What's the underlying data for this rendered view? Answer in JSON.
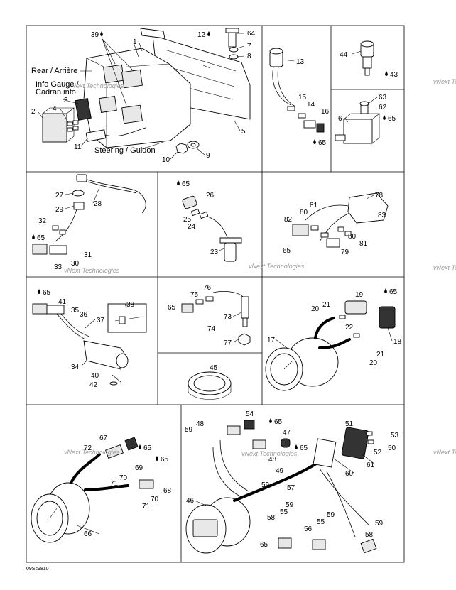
{
  "diagram": {
    "footer_code": "09Sc9810",
    "labels": {
      "rear": "Rear / Arrière",
      "info_gauge": "Info Gauge /",
      "cadran_info": "Cadran info",
      "steering": "Steering / Guidon"
    },
    "watermark": "vNext Technologies",
    "callouts": {
      "c1": "1",
      "c2": "2",
      "c3": "3",
      "c4": "4",
      "c5": "5",
      "c6": "6",
      "c7": "7",
      "c8": "8",
      "c9": "9",
      "c10": "10",
      "c11": "11",
      "c12": "12",
      "c13": "13",
      "c14": "14",
      "c15": "15",
      "c16": "16",
      "c17": "17",
      "c18": "18",
      "c19": "19",
      "c20a": "20",
      "c20b": "20",
      "c21a": "21",
      "c21b": "21",
      "c22": "22",
      "c23": "23",
      "c24": "24",
      "c25": "25",
      "c26": "26",
      "c27": "27",
      "c28": "28",
      "c29": "29",
      "c30": "30",
      "c31": "31",
      "c32": "32",
      "c33": "33",
      "c34": "34",
      "c35": "35",
      "c36": "36",
      "c37": "37",
      "c38": "38",
      "c39": "39",
      "c40": "40",
      "c41": "41",
      "c42": "42",
      "c43": "43",
      "c44": "44",
      "c45": "45",
      "c46": "46",
      "c47": "47",
      "c48a": "48",
      "c48b": "48",
      "c49": "49",
      "c50": "50",
      "c51": "51",
      "c52": "52",
      "c53": "53",
      "c54": "54",
      "c55a": "55",
      "c55b": "55",
      "c56": "56",
      "c57": "57",
      "c58a": "58",
      "c58b": "58",
      "c59a": "59",
      "c59b": "59",
      "c59c": "59",
      "c59d": "59",
      "c59e": "59",
      "c60": "60",
      "c61": "61",
      "c62": "62",
      "c63": "63",
      "c64": "64",
      "c65a": "65",
      "c65b": "65",
      "c65c": "65",
      "c65d": "65",
      "c65e": "65",
      "c65f": "65",
      "c65g": "65",
      "c65h": "65",
      "c65i": "65",
      "c65j": "65",
      "c65k": "65",
      "c65l": "65",
      "c65m": "65",
      "c66": "66",
      "c67": "67",
      "c68": "68",
      "c69": "69",
      "c70a": "70",
      "c70b": "70",
      "c71a": "71",
      "c71b": "71",
      "c72": "72",
      "c73": "73",
      "c74": "74",
      "c75": "75",
      "c76": "76",
      "c77": "77",
      "c78": "78",
      "c79": "79",
      "c80a": "80",
      "c80b": "80",
      "c81a": "81",
      "c81b": "81",
      "c82": "82",
      "c83": "83"
    }
  }
}
